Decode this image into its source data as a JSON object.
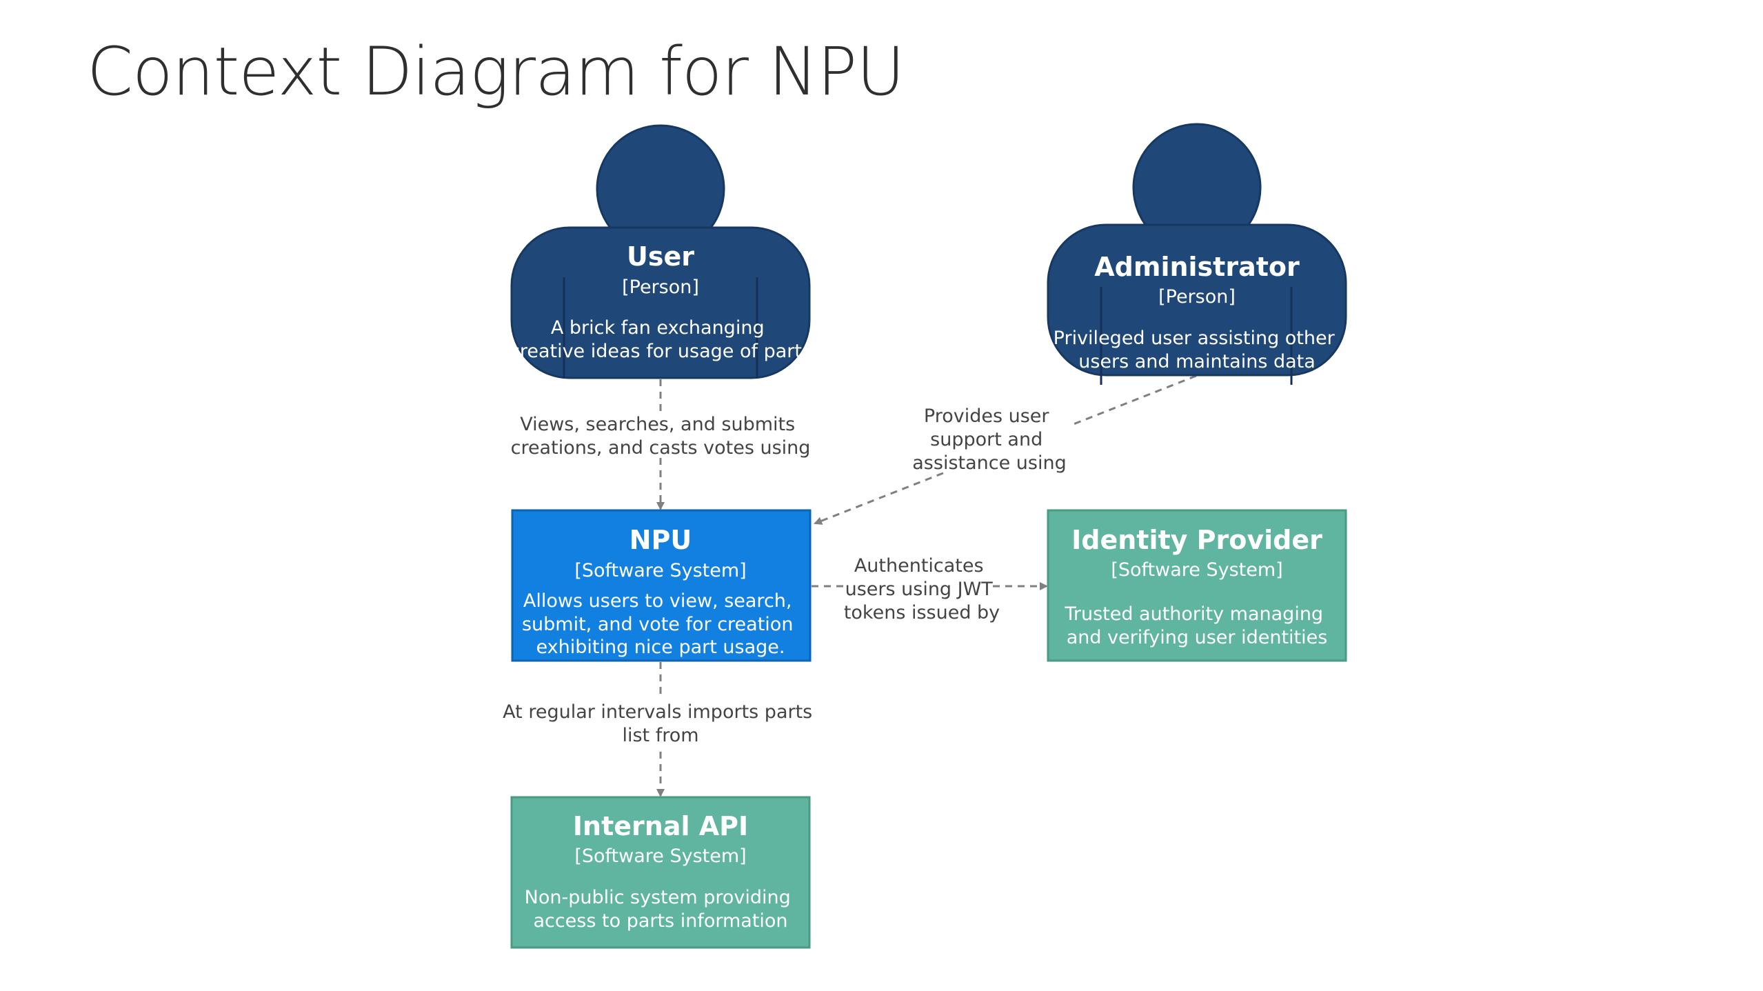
{
  "title": "Context Diagram for NPU",
  "colors": {
    "person": "#1f4778",
    "person_stroke": "#173860",
    "focus_system": "#1280e0",
    "focus_stroke": "#0b64b4",
    "external_system": "#5fb59f",
    "external_stroke": "#4a9a86",
    "relationship": "#808080"
  },
  "nodes": {
    "user": {
      "name": "User",
      "type": "[Person]",
      "desc": [
        "A brick fan exchanging",
        "creative ideas for usage of parts"
      ]
    },
    "admin": {
      "name": "Administrator",
      "type": "[Person]",
      "desc": [
        "Privileged user assisting other",
        "users and maintains data"
      ]
    },
    "npu": {
      "name": "NPU",
      "type": "[Software System]",
      "desc": [
        "Allows users to view, search,",
        "submit, and vote for creation",
        "exhibiting nice part usage."
      ]
    },
    "idp": {
      "name": "Identity Provider",
      "type": "[Software System]",
      "desc": [
        "Trusted authority managing",
        "and verifying user identities"
      ]
    },
    "api": {
      "name": "Internal API",
      "type": "[Software System]",
      "desc": [
        "Non-public system providing",
        "access to parts information"
      ]
    }
  },
  "relationships": {
    "user_npu": [
      "Views, searches, and submits",
      "creations, and casts votes using"
    ],
    "admin_npu": [
      "Provides user",
      "support and",
      "assistance using"
    ],
    "npu_idp": [
      "Authenticates",
      "users using JWT",
      "tokens issued by"
    ],
    "npu_api": [
      "At regular intervals imports parts",
      "list from"
    ]
  }
}
